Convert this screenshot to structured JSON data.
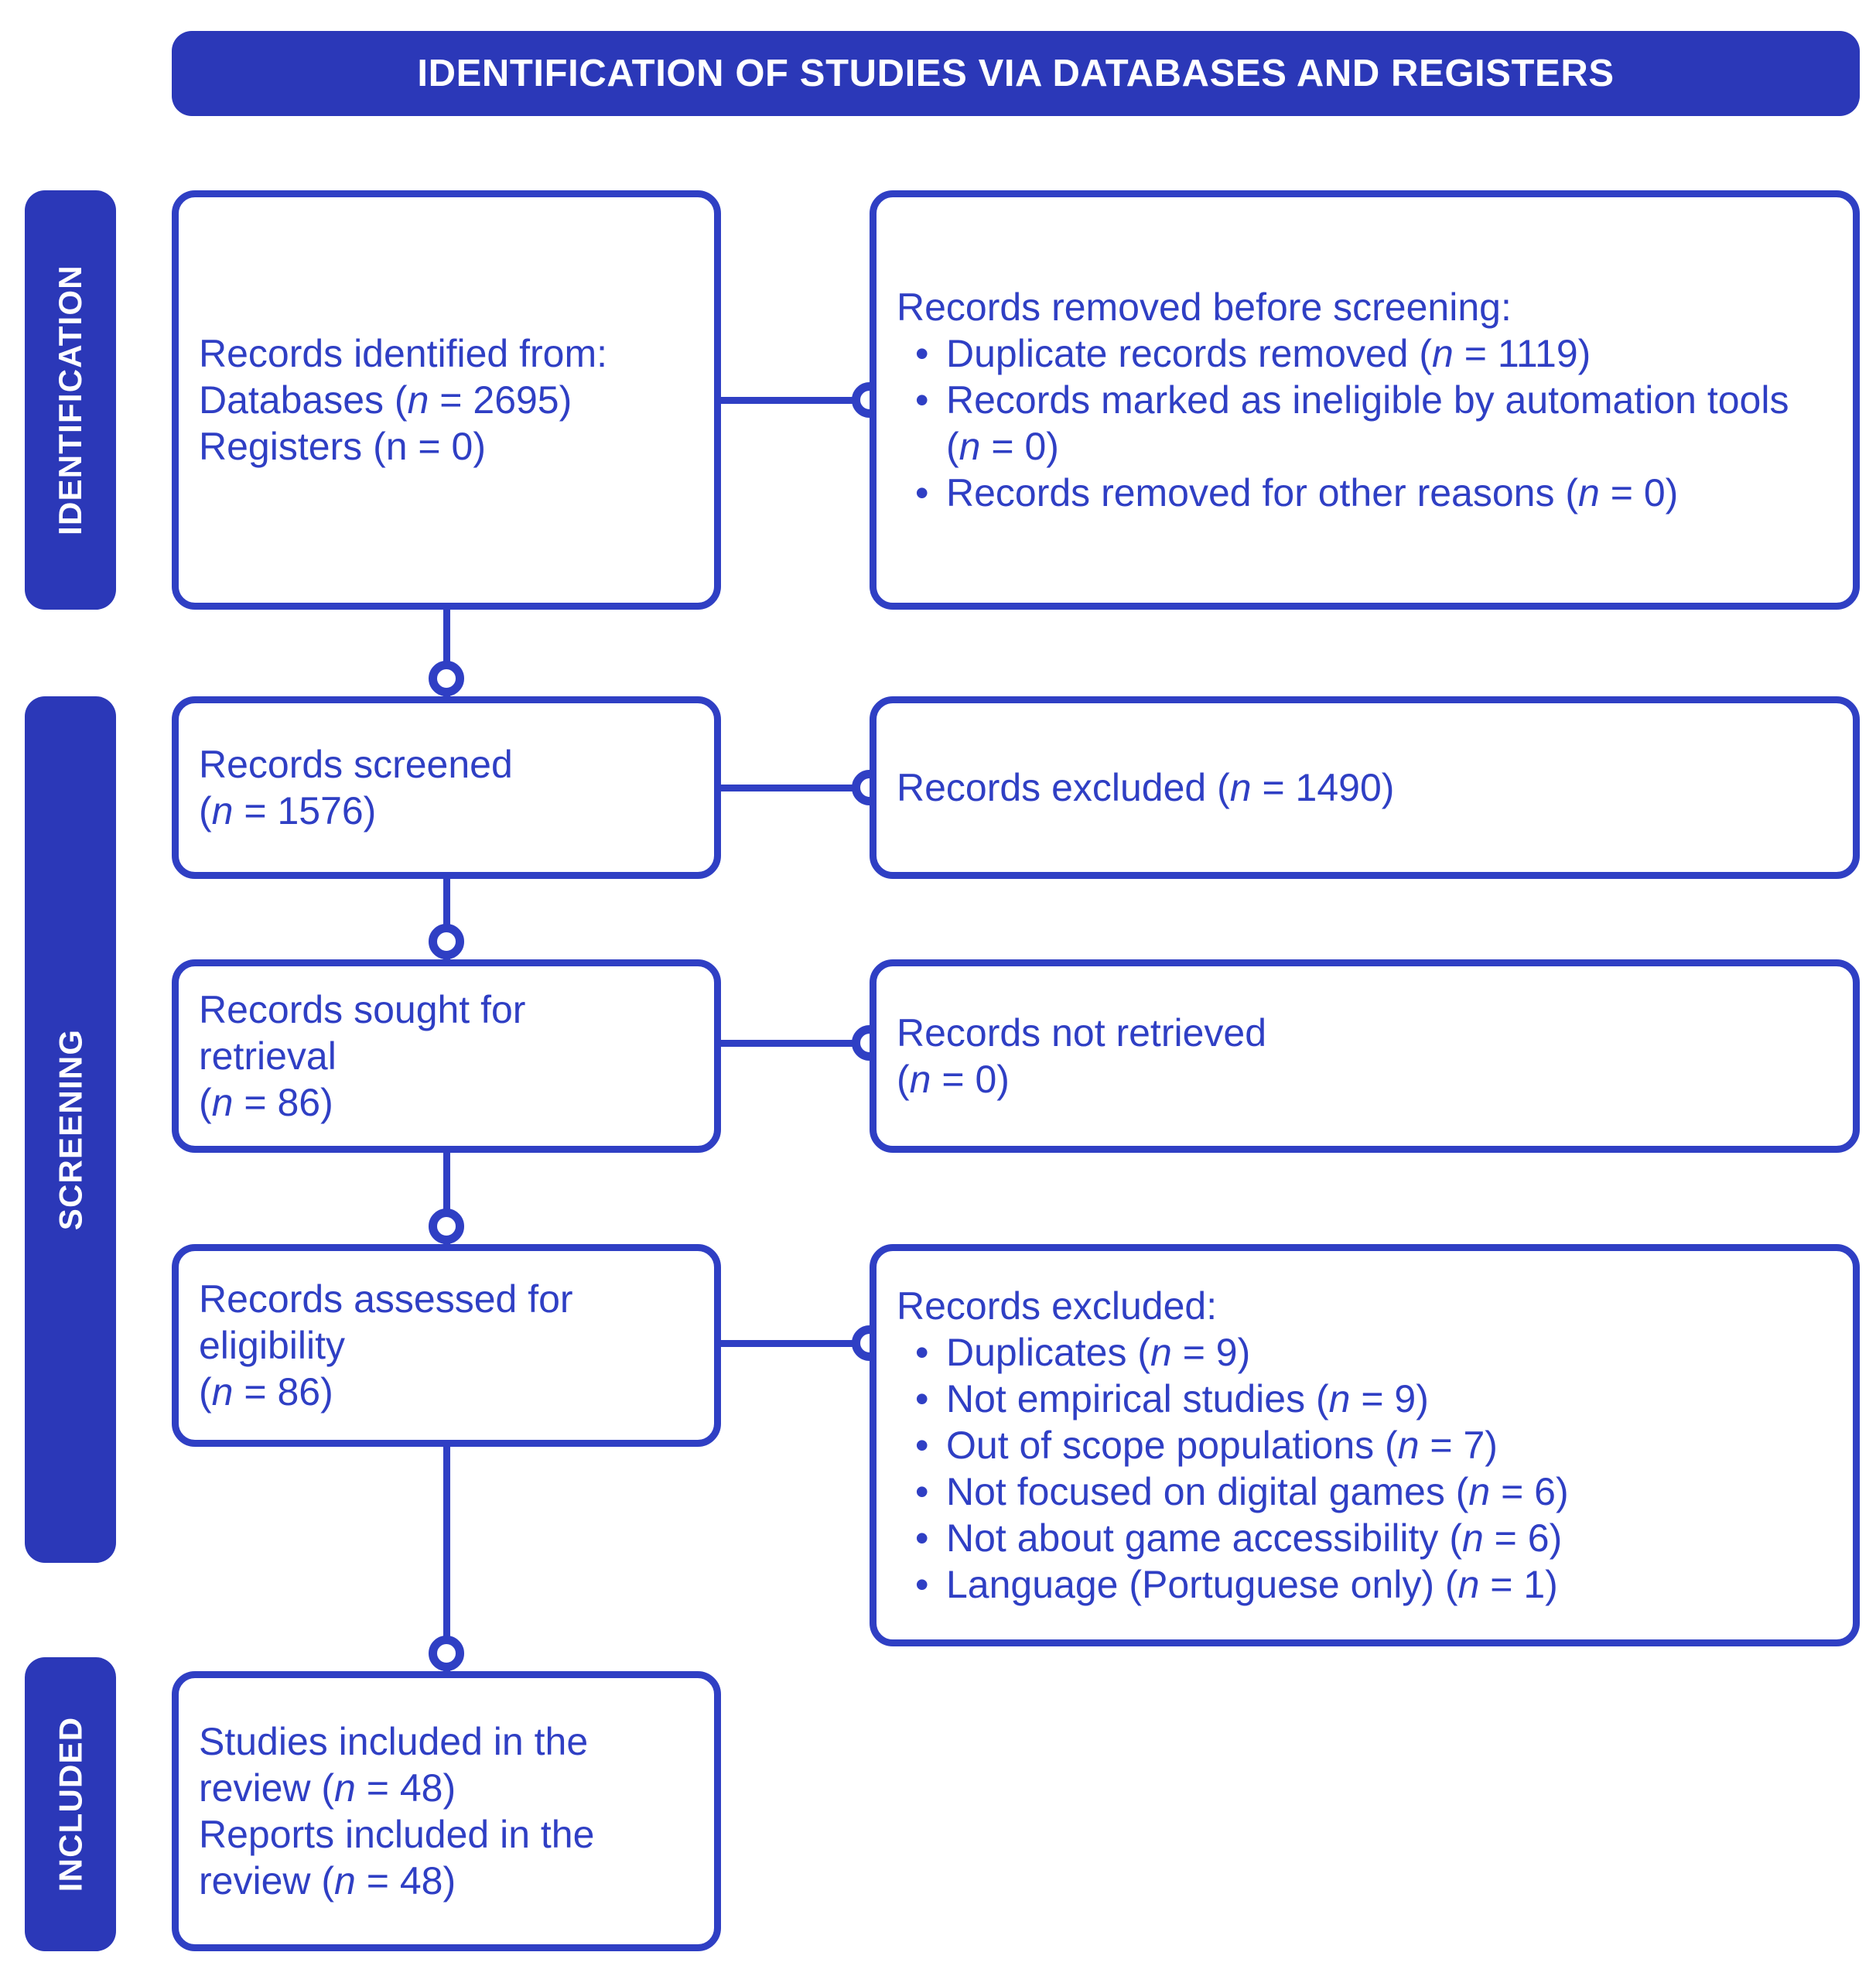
{
  "title": {
    "text": "IDENTIFICATION OF STUDIES VIA DATABASES AND REGISTERS"
  },
  "colors": {
    "banner_blue": "#2B38B8",
    "stroke_blue": "#2F3FC4",
    "text_blue": "#2F3FC4",
    "background": "#FFFFFF"
  },
  "phases": {
    "identification": "IDENTIFICATION",
    "screening": "SCREENING",
    "included": "INCLUDED"
  },
  "boxes": {
    "identified": {
      "lines": [
        "Records identified from:",
        "Databases (n = 2695)",
        "Registers (n = 0)"
      ]
    },
    "removed_before_screening": {
      "header": "Records removed before screening:",
      "items": [
        "Duplicate records removed (n = 1119)",
        "Records marked as ineligible by automation tools (n = 0)",
        "Records removed for other reasons (n = 0)"
      ]
    },
    "screened": {
      "lines": [
        "Records screened",
        "(n = 1576)"
      ]
    },
    "excluded_screening": {
      "lines": [
        "Records excluded (n = 1490)"
      ]
    },
    "sought_for_retrieval": {
      "lines": [
        "Records sought for",
        "retrieval",
        "(n = 86)"
      ]
    },
    "not_retrieved": {
      "lines": [
        "Records not retrieved",
        "(n = 0)"
      ]
    },
    "assessed_for_eligibility": {
      "lines": [
        "Records assessed for",
        "eligibility",
        "(n = 86)"
      ]
    },
    "excluded_eligibility": {
      "header": "Records excluded:",
      "items": [
        "Duplicates (n = 9)",
        "Not empirical studies (n = 9)",
        "Out of scope populations (n = 7)",
        "Not focused on digital games (n = 6)",
        "Not about game accessibility (n = 6)",
        "Language (Portuguese only) (n = 1)"
      ]
    },
    "included_studies": {
      "lines": [
        "Studies included in the",
        "review (n = 48)",
        "Reports included in the",
        "review (n = 48)"
      ]
    }
  },
  "counts": {
    "databases": 2695,
    "registers": 0,
    "duplicate_records_removed": 1119,
    "ineligible_by_automation": 0,
    "removed_other_reasons": 0,
    "records_screened": 1576,
    "records_excluded_screening": 1490,
    "records_sought_for_retrieval": 86,
    "records_not_retrieved": 0,
    "records_assessed": 86,
    "excl_duplicates": 9,
    "excl_not_empirical": 9,
    "excl_out_of_scope": 7,
    "excl_not_digital_games": 6,
    "excl_not_accessibility": 6,
    "excl_language_portuguese": 1,
    "studies_included": 48,
    "reports_included": 48
  }
}
